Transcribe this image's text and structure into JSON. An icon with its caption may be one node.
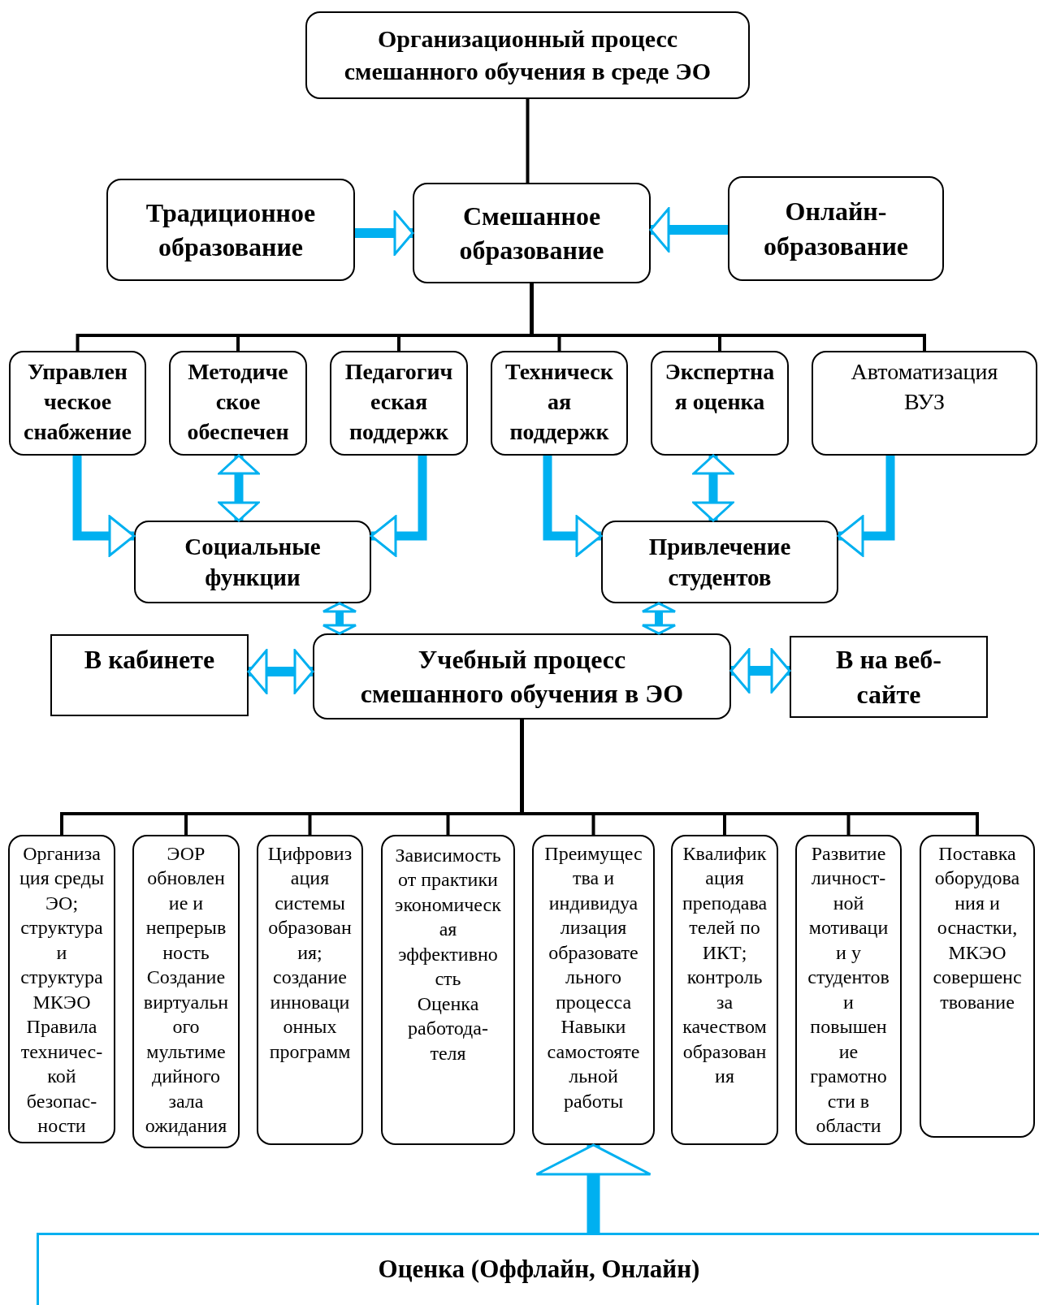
{
  "diagram": {
    "nodes": [
      {
        "text": [
          "Организационный процесс смешанного обучения в среде ЭО"
        ]
      },
      {
        "text": [
          "Традиционное образование"
        ]
      },
      {
        "text": [
          "Смешанное образование"
        ]
      },
      {
        "text": [
          "Онлайн-образование"
        ]
      },
      {
        "text": [
          "Управлен ческое снабжение"
        ]
      },
      {
        "text": [
          "Методиче ское обеспечен"
        ]
      },
      {
        "text": [
          "Педагогич еская поддержк"
        ]
      },
      {
        "text": [
          "Техническ ая поддержк"
        ]
      },
      {
        "text": [
          "Экспертна я оценка"
        ]
      },
      {
        "text": [
          "Автоматизация ВУЗ"
        ]
      },
      {
        "text": [
          "Социальные функции"
        ]
      },
      {
        "text": [
          "Привлечение студентов"
        ]
      },
      {
        "text": [
          "В кабинете"
        ]
      },
      {
        "text": [
          "Учебный процесс смешанного обучения в ЭО"
        ]
      },
      {
        "text": [
          "В на веб-сайте"
        ]
      },
      {
        "text": [
          "Организа ция среды ЭО; структура и структура МКЭО",
          "Правила техничес- кой безопас- ности"
        ]
      },
      {
        "text": [
          "ЭОР обновлен ие и непрерыв ность",
          "Создание виртуальн ого мультиме дийного зала ожидания"
        ]
      },
      {
        "text": [
          "Цифровиз ация системы образован ия; создание инноваци онных программ"
        ]
      },
      {
        "text": [
          "Зависимость от практики экономическ ая эффективно сть",
          "Оценка работода- теля"
        ]
      },
      {
        "text": [
          "Преимущес тва и индивидуа лизация образовате льного процесса",
          "Навыки самостояте льной работы"
        ]
      },
      {
        "text": [
          "Квалифик ация преподава телей по ИКТ; контроль за качеством образован ия"
        ]
      },
      {
        "text": [
          "Развитие личност- ной мотиваци и у студентов и повышен ие грамотно сти в области"
        ]
      },
      {
        "text": [
          "Поставка оборудова ния и оснастки, МКЭО совершенс твование"
        ]
      },
      {
        "text": [
          "Оценка (Оффлайн, Онлайн)"
        ]
      }
    ],
    "edges": [
      {
        "from": 0,
        "to": 2,
        "arrow": "none"
      },
      {
        "from": 1,
        "to": 2,
        "arrow": "to",
        "style": "thick",
        "color": "#00b0f0"
      },
      {
        "from": 3,
        "to": 2,
        "arrow": "to",
        "style": "thick",
        "color": "#00b0f0"
      },
      {
        "from": 2,
        "to": 4,
        "arrow": "none"
      },
      {
        "from": 2,
        "to": 5,
        "arrow": "none"
      },
      {
        "from": 2,
        "to": 6,
        "arrow": "none"
      },
      {
        "from": 2,
        "to": 7,
        "arrow": "none"
      },
      {
        "from": 2,
        "to": 8,
        "arrow": "none"
      },
      {
        "from": 2,
        "to": 9,
        "arrow": "none"
      },
      {
        "from": 4,
        "to": 10,
        "arrow": "to",
        "style": "thick",
        "color": "#00b0f0"
      },
      {
        "from": 5,
        "to": 10,
        "arrow": "both",
        "style": "thick",
        "color": "#00b0f0"
      },
      {
        "from": 6,
        "to": 10,
        "arrow": "to",
        "style": "thick",
        "color": "#00b0f0"
      },
      {
        "from": 7,
        "to": 11,
        "arrow": "to",
        "style": "thick",
        "color": "#00b0f0"
      },
      {
        "from": 8,
        "to": 11,
        "arrow": "both",
        "style": "thick",
        "color": "#00b0f0"
      },
      {
        "from": 9,
        "to": 11,
        "arrow": "to",
        "style": "thick",
        "color": "#00b0f0"
      },
      {
        "from": 10,
        "to": 13,
        "arrow": "both",
        "style": "thick",
        "color": "#00b0f0"
      },
      {
        "from": 11,
        "to": 13,
        "arrow": "both",
        "style": "thick",
        "color": "#00b0f0"
      },
      {
        "from": 12,
        "to": 13,
        "arrow": "both",
        "style": "thick",
        "color": "#00b0f0"
      },
      {
        "from": 13,
        "to": 14,
        "arrow": "both",
        "style": "thick",
        "color": "#00b0f0"
      },
      {
        "from": 13,
        "to": 15,
        "arrow": "none"
      },
      {
        "from": 13,
        "to": 16,
        "arrow": "none"
      },
      {
        "from": 13,
        "to": 17,
        "arrow": "none"
      },
      {
        "from": 13,
        "to": 18,
        "arrow": "none"
      },
      {
        "from": 13,
        "to": 19,
        "arrow": "none"
      },
      {
        "from": 13,
        "to": 20,
        "arrow": "none"
      },
      {
        "from": 13,
        "to": 21,
        "arrow": "none"
      },
      {
        "from": 13,
        "to": 22,
        "arrow": "none"
      },
      {
        "from": 23,
        "to": 19,
        "arrow": "to",
        "style": "thick",
        "color": "#00b0f0"
      }
    ]
  }
}
